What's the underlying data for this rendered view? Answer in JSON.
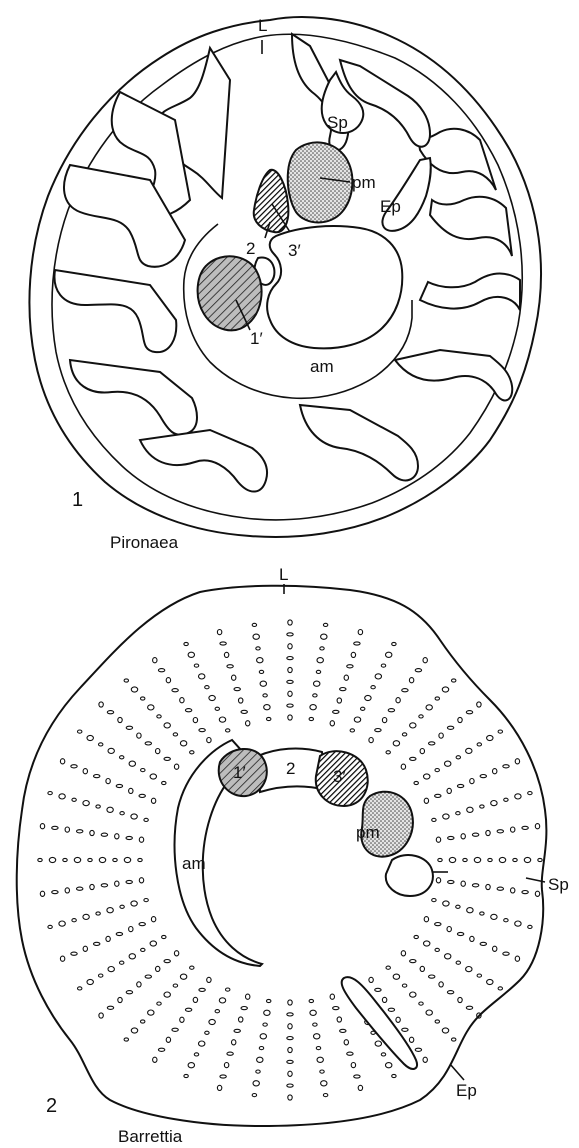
{
  "figure1": {
    "number": "1",
    "genus": "Pironaea",
    "labels": {
      "L": "L",
      "Sp": "Sp",
      "pm": "pm",
      "Ep": "Ep",
      "p3": "3′",
      "p2": "2",
      "p1": "1′",
      "am": "am"
    }
  },
  "figure2": {
    "number": "2",
    "genus": "Barrettia",
    "labels": {
      "L": "L",
      "p1": "1′",
      "p2": "2",
      "p3": "3′",
      "pm": "pm",
      "am": "am",
      "Sp": "Sp",
      "Ep": "Ep"
    }
  },
  "legend_fills": {
    "1′": "diagonal hatch",
    "3′": "dense dark hatch",
    "pm": "stippled",
    "2": "plain"
  }
}
